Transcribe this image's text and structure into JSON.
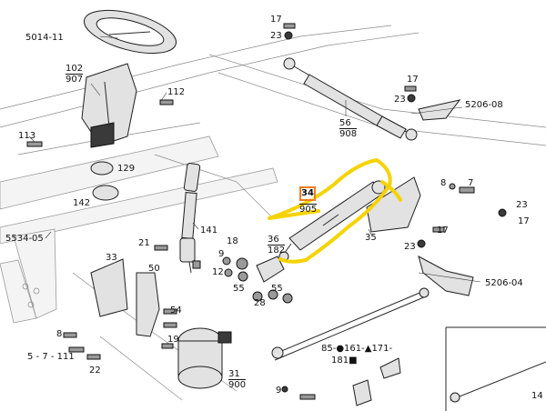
{
  "colors": {
    "highlight_outline": "#f5d300",
    "callout_box": "#f27b1d",
    "linework": "#1e1e1e",
    "shading": "#e2e2e2",
    "background": "#ffffff"
  },
  "selected_part": "34",
  "labels": {
    "l5014_11": "5014-11",
    "l102": "102",
    "l907": "907",
    "l112": "112",
    "l113": "113",
    "l129": "129",
    "l142": "142",
    "l5534_05": "5534-05",
    "l141": "141",
    "l17a": "17",
    "l23a": "23",
    "l17b": "17",
    "l23b": "23",
    "l5206_08": "5206-08",
    "l56": "56",
    "l908": "908",
    "l34": "34",
    "l905": "905",
    "l36": "36",
    "l182": "182",
    "l35": "35",
    "l8a": "8",
    "l7": "7",
    "l23c": "23",
    "l17c": "17",
    "l17d": "17",
    "l23d": "23",
    "l18": "18",
    "l9a": "9",
    "l12": "12",
    "l55a": "55",
    "l55b": "55",
    "l28": "28",
    "l21": "21",
    "l33": "33",
    "l50": "50",
    "l54": "54",
    "l19": "19",
    "l8b": "8",
    "l5_7_111": "5 - 7 - 111",
    "l22": "22",
    "l31": "31",
    "l900": "900",
    "l5206_04": "5206-04",
    "l85_181": "85-●161-▲171-",
    "l181": "181■",
    "l9b": "9",
    "l14": "14"
  }
}
